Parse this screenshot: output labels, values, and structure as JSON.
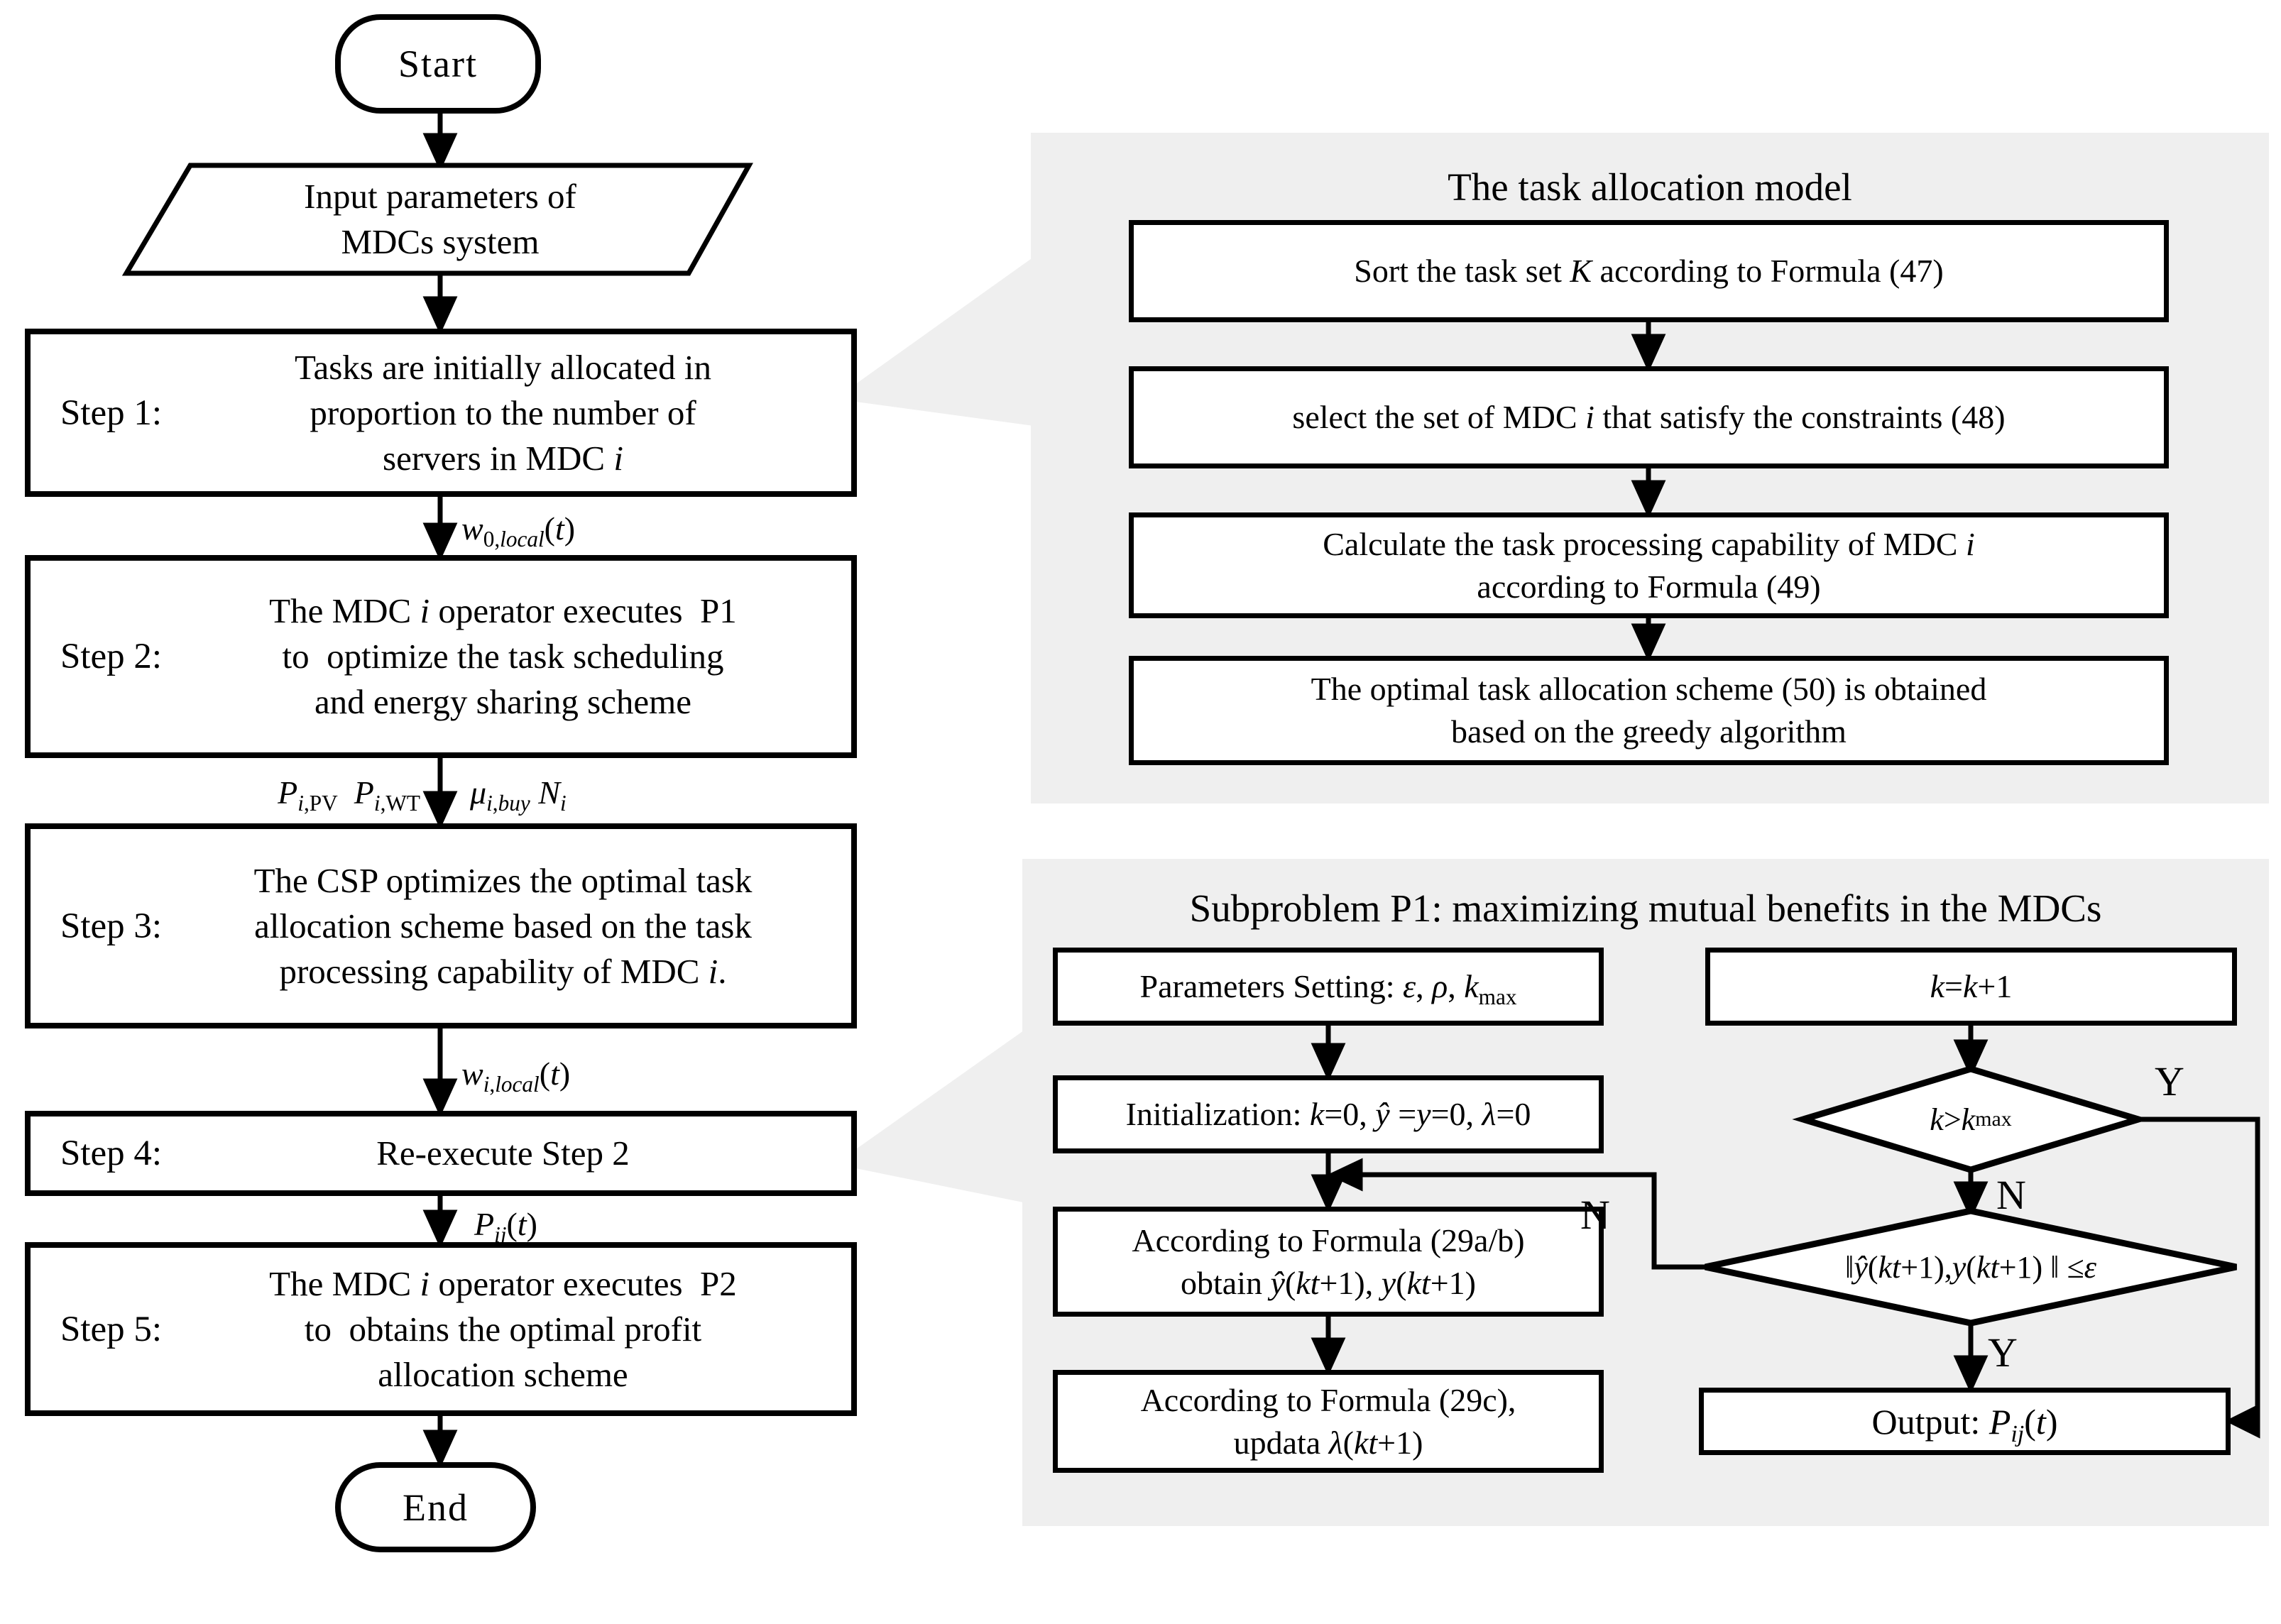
{
  "left_flow": {
    "start": "Start",
    "input_parallelogram": "Input parameters of<br>MDCs system",
    "steps": [
      {
        "label": "Step 1:",
        "text": "Tasks are initially allocated in<br>proportion to the number of<br>servers in MDC <i>i</i>"
      },
      {
        "label": "Step 2:",
        "text": "The MDC <i>i</i> operator executes&nbsp; P1<br>to&nbsp; optimize the task scheduling<br>and energy sharing scheme"
      },
      {
        "label": "Step 3:",
        "text": "The CSP optimizes the optimal task<br>allocation scheme based on the task<br>processing capability of MDC <i>i</i>."
      },
      {
        "label": "Step 4:",
        "text": "Re-execute Step 2"
      },
      {
        "label": "Step 5:",
        "text": "The MDC <i>i</i> operator executes&nbsp; P2<br>to&nbsp; obtains the optimal profit<br>allocation scheme"
      }
    ],
    "end": "End",
    "edge_labels": {
      "w0_local": "<i>w</i><sub>0,<i>local</i></sub>(<i>t</i>)",
      "p_pv_wt": "<i>P</i><sub><i>i</i>,PV</sub>&nbsp;&nbsp;<i>P</i><sub><i>i</i>,WT</sub>",
      "mu_buy_n": "<i>&mu;</i><sub><i>i</i>,<i>buy</i></sub> <i>N</i><sub><i>i</i></sub>",
      "wi_local": "<i>w</i><sub><i>i</i>,<i>local</i></sub>(<i>t</i>)",
      "p_ij": "<i>P</i><sub><i>ij</i></sub>(<i>t</i>)"
    }
  },
  "task_panel": {
    "title": "The task allocation model",
    "boxes": [
      "Sort the task set <i>K</i> according to Formula (47)",
      "select the set of MDC <i>i</i> that satisfy the constraints (48)",
      "Calculate the task processing capability of MDC <i>i</i><br>according to Formula (49)",
      "The optimal task allocation scheme (50) is obtained<br>based on the greedy algorithm"
    ]
  },
  "subproblem_panel": {
    "title": "Subproblem P1: maximizing mutual benefits in the MDCs",
    "param_box": "Parameters Setting: <i>&epsilon;</i>, <i>&rho;</i>, <i>k</i><sub>max</sub>",
    "init_box": "Initialization: <i>k</i>=0, <i>&#375;</i> =<i>y</i>=0, <i>&lambda;</i>=0",
    "formula_ab_box": "According to Formula (29a/b)<br>obtain <i>&#375;</i>(<i>kt</i>+1), <i>y</i>(<i>kt</i>+1)",
    "formula_c_box": "According to Formula (29c),<br>updata <i>&lambda;</i>(<i>kt</i>+1)",
    "k_increment_box": "<i>k</i>=<i>k</i>+1",
    "decision_kmax": "<i>k</i>&gt;<i>k</i><sub>max</sub>",
    "decision_eps": "&#8214; <i>&#375;</i>(<i>kt</i>+1), <i>y</i>(<i>kt</i>+1) &#8214; &#8804; <i>&epsilon;</i>",
    "output_box": "Output: <i>P</i><sub><i>ij</i></sub>(<i>t</i>)",
    "labels": {
      "yes": "Y",
      "no": "N"
    }
  }
}
